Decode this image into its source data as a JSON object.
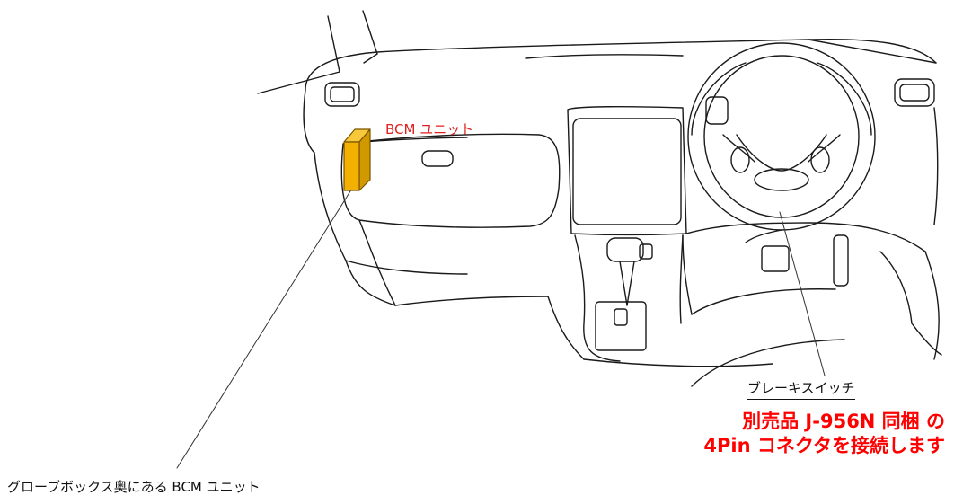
{
  "labels": {
    "bcm_unit": "BCM ユニット",
    "brake_switch": "ブレーキスイッチ",
    "note_line1": "別売品 J-956N 同梱 の",
    "note_line2": "4Pin コネクタを接続します",
    "glovebox_bcm": "グローブボックス奥にある BCM ユニット"
  },
  "colors": {
    "line": "#1a1a1a",
    "bcm_box_fill": "#f2b000",
    "bcm_box_dark": "#d29800",
    "bcm_box_stroke": "#7a5500",
    "red_text": "#ff0000",
    "bcm_label_text": "#e02020"
  }
}
